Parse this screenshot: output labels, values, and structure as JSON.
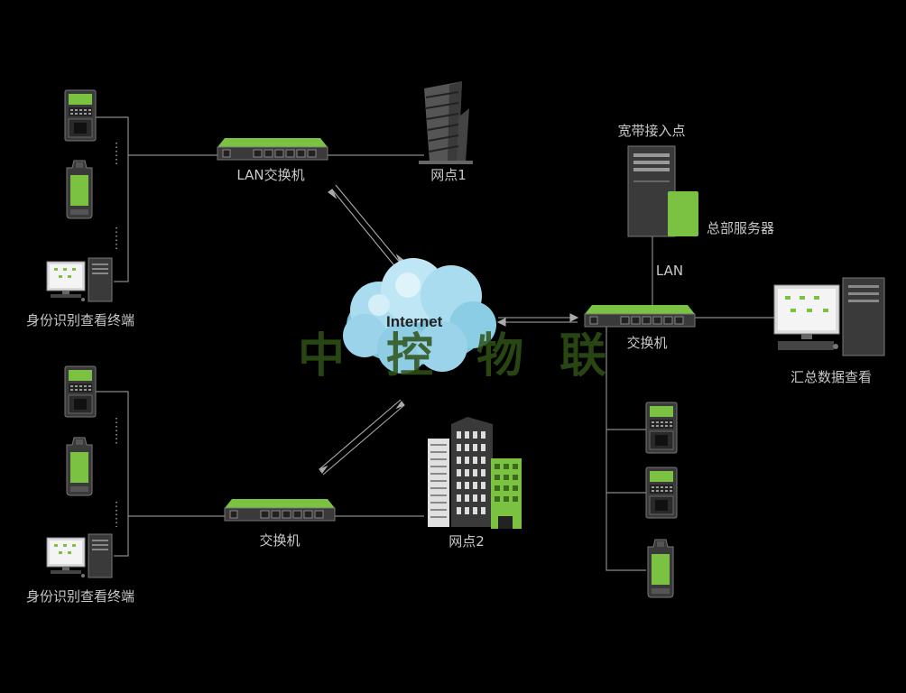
{
  "labels": {
    "lan_switch": "LAN交换机",
    "site1": "网点1",
    "site2": "网点2",
    "access_point": "宽带接入点",
    "hq_server": "总部服务器",
    "lan": "LAN",
    "switch_right": "交换机",
    "switch_bottom": "交换机",
    "summary_view": "汇总数据查看",
    "terminal_top": "身份识别查看终端",
    "terminal_bottom": "身份识别查看终端",
    "internet": "Internet"
  },
  "watermark": [
    "中",
    "控",
    "物",
    "联"
  ],
  "colors": {
    "background": "#000000",
    "accent_green": "#7cc242",
    "device_gray": "#3a3a3a",
    "line": "#8a8a8a",
    "label": "#c8c8c8",
    "watermark": "#2f5216",
    "cloud": "#9dd3e8"
  },
  "icons": [
    "access-terminal-icon",
    "handheld-device-icon",
    "desktop-computer-icon",
    "network-switch-icon",
    "office-building-icon",
    "tower-building-icon",
    "server-icon",
    "cloud-icon"
  ]
}
